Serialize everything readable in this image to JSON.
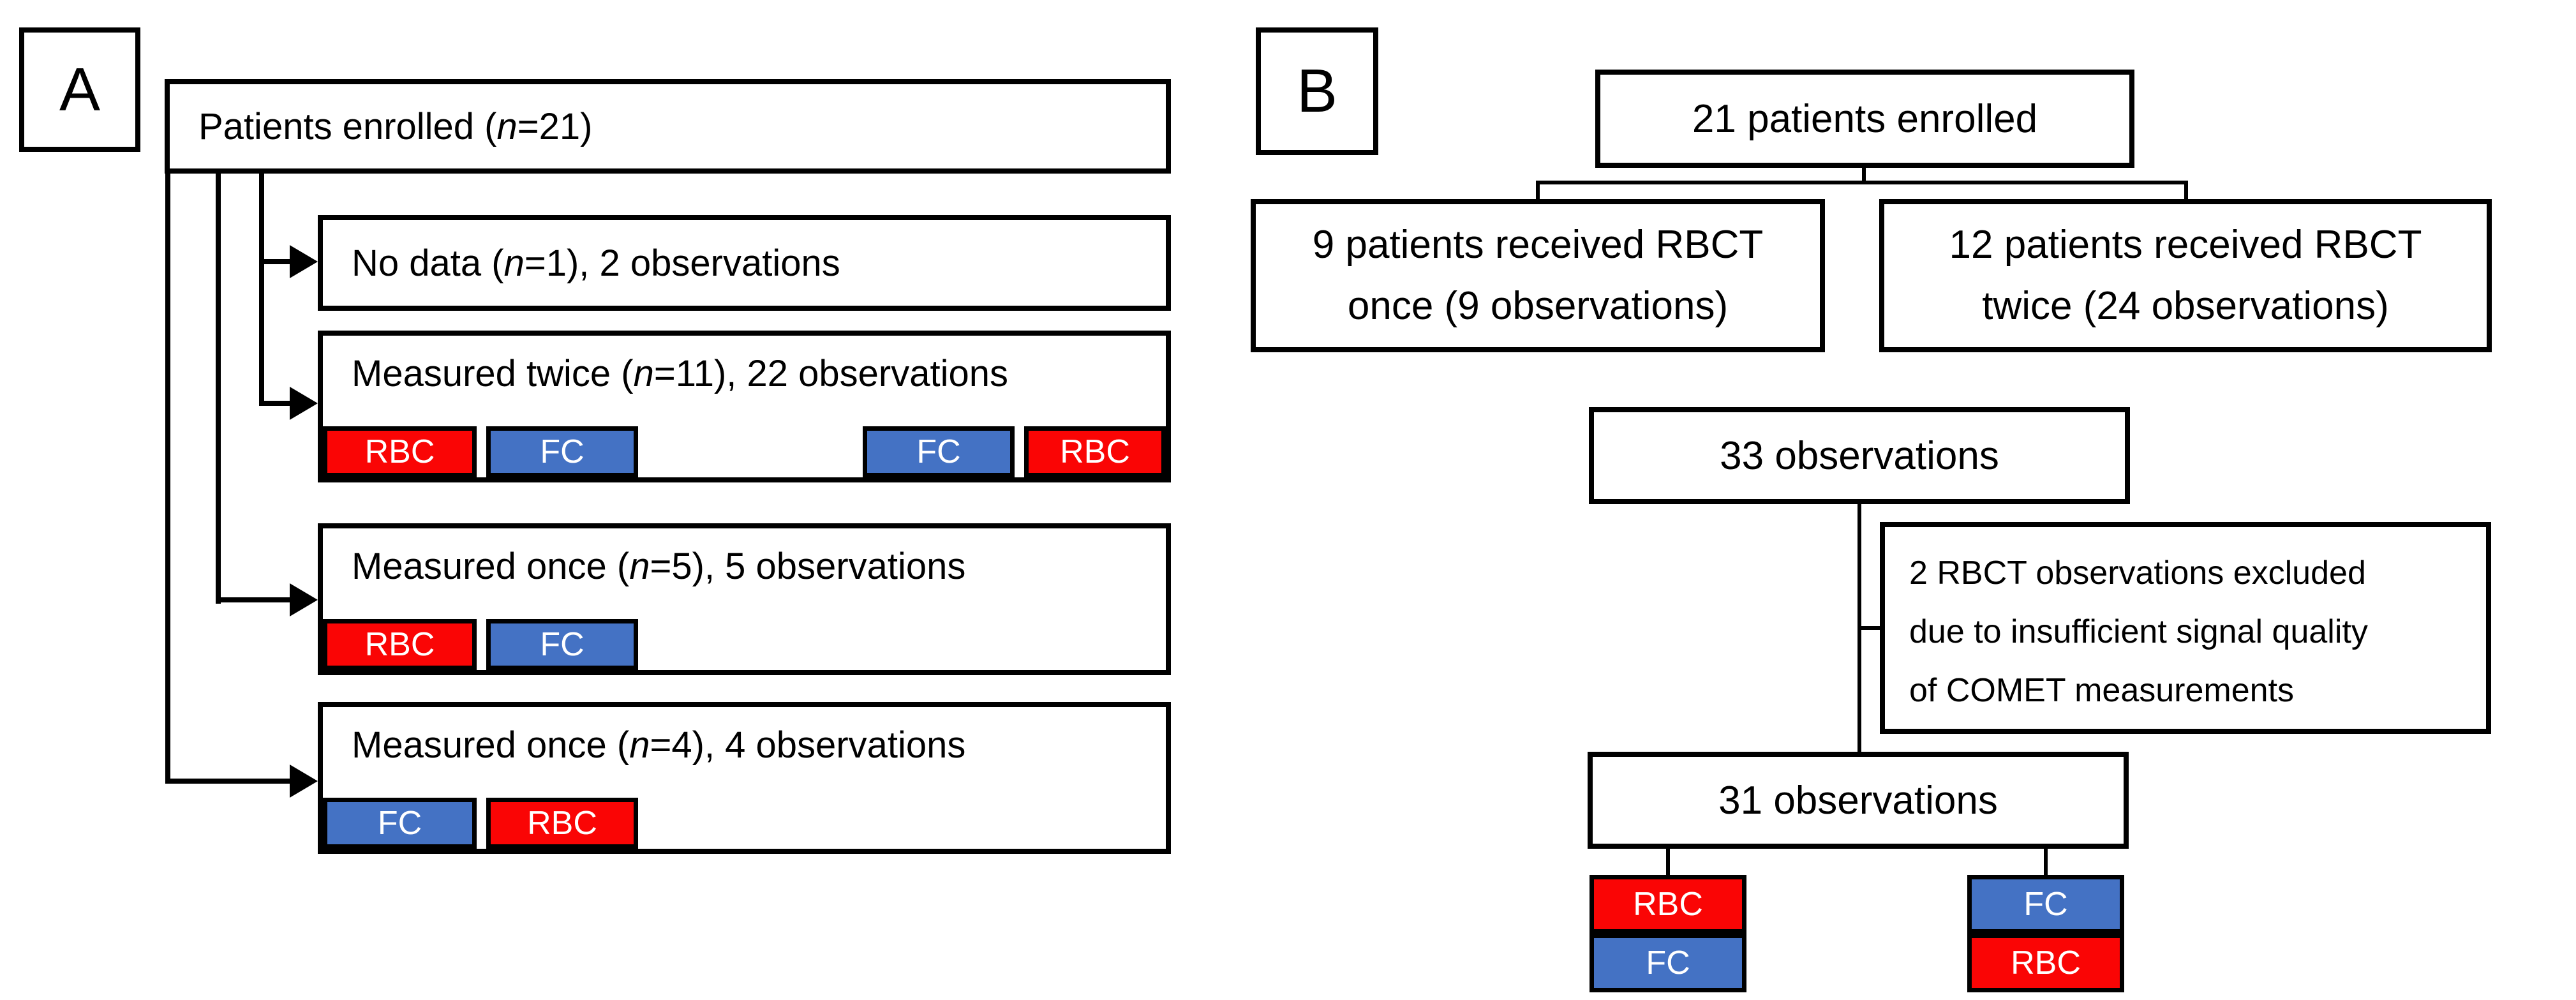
{
  "panels": {
    "a_label": "A",
    "b_label": "B"
  },
  "colors": {
    "rbc_red": "#fa0505",
    "fc_blue": "#4472c4",
    "line_black": "#000000",
    "background": "#ffffff"
  },
  "panel_a": {
    "root": {
      "pre": "Patients enrolled (",
      "n_var": "n",
      "post": "=21)"
    },
    "no_data": {
      "pre": "No data (",
      "n_var": "n",
      "post": "=1), 2 observations"
    },
    "measured_twice": {
      "pre": "Measured twice (",
      "n_var": "n",
      "post": "=11), 22 observations",
      "blocks": [
        "RBC",
        "FC",
        "FC",
        "RBC"
      ]
    },
    "measured_once_5": {
      "pre": "Measured once (",
      "n_var": "n",
      "post": "=5), 5 observations",
      "blocks": [
        "RBC",
        "FC"
      ]
    },
    "measured_once_4": {
      "pre": "Measured once (",
      "n_var": "n",
      "post": "=4), 4 observations",
      "blocks": [
        "FC",
        "RBC"
      ]
    }
  },
  "panel_b": {
    "root": "21 patients enrolled",
    "received_once": {
      "line1": "9 patients received RBCT",
      "line2": "once (9 observations)"
    },
    "received_twice": {
      "line1": "12 patients received RBCT",
      "line2": "twice (24 observations)"
    },
    "observations_total": "33 observations",
    "excluded": {
      "line1": "2 RBCT observations excluded",
      "line2": "due to insufficient signal quality",
      "line3": "of COMET measurements"
    },
    "observations_final": "31 observations",
    "stack_left": [
      "RBC",
      "FC"
    ],
    "stack_right": [
      "FC",
      "RBC"
    ]
  }
}
